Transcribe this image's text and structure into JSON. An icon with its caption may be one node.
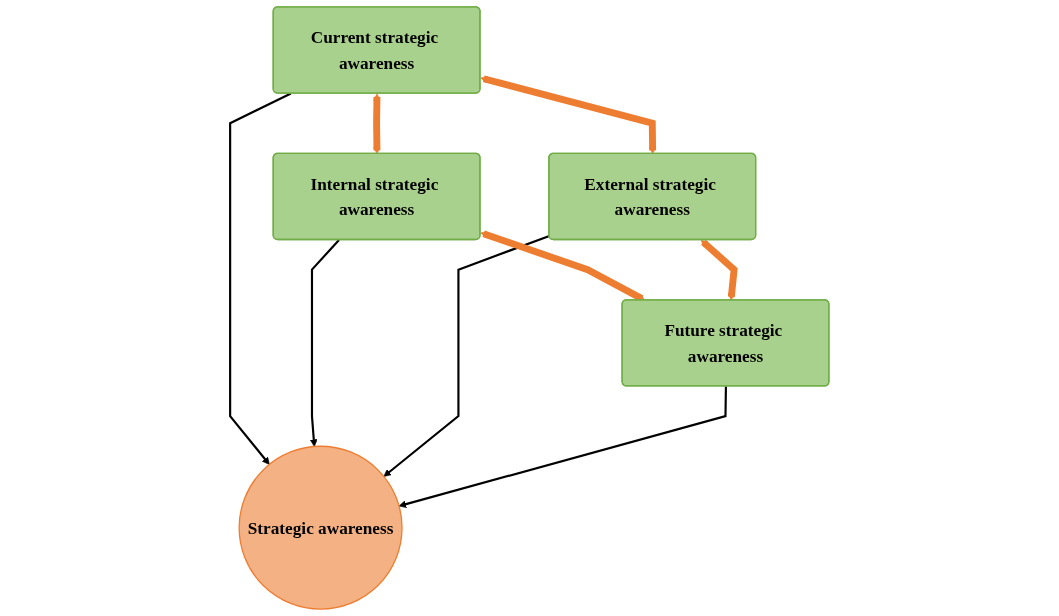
{
  "diagram": {
    "nodes": [
      {
        "text": [
          "Current strategic awareness"
        ]
      },
      {
        "text": [
          "Internal strategic awareness"
        ]
      },
      {
        "text": [
          "Strategic awareness"
        ]
      },
      {
        "text": [
          "External strategic awareness"
        ]
      },
      {
        "text": [
          "Future strategic awareness"
        ]
      }
    ],
    "edges": [
      {
        "from": 0,
        "to": 1,
        "arrow": "both",
        "style": "thick",
        "color": "#ed7d31"
      },
      {
        "from": 0,
        "to": 3,
        "arrow": "both",
        "style": "thick",
        "color": "#ed7d31"
      },
      {
        "from": 0,
        "to": 2,
        "arrow": "to",
        "color": "#000000"
      },
      {
        "from": 1,
        "to": 2,
        "arrow": "to",
        "color": "#000000"
      },
      {
        "from": 3,
        "to": 2,
        "arrow": "to",
        "color": "#000000"
      },
      {
        "from": 4,
        "to": 2,
        "arrow": "to",
        "color": "#000000"
      },
      {
        "from": 1,
        "to": 4,
        "arrow": "both",
        "style": "thick",
        "color": "#ed7d31"
      },
      {
        "from": 3,
        "to": 4,
        "arrow": "both",
        "style": "thick",
        "color": "#ed7d31"
      }
    ]
  }
}
